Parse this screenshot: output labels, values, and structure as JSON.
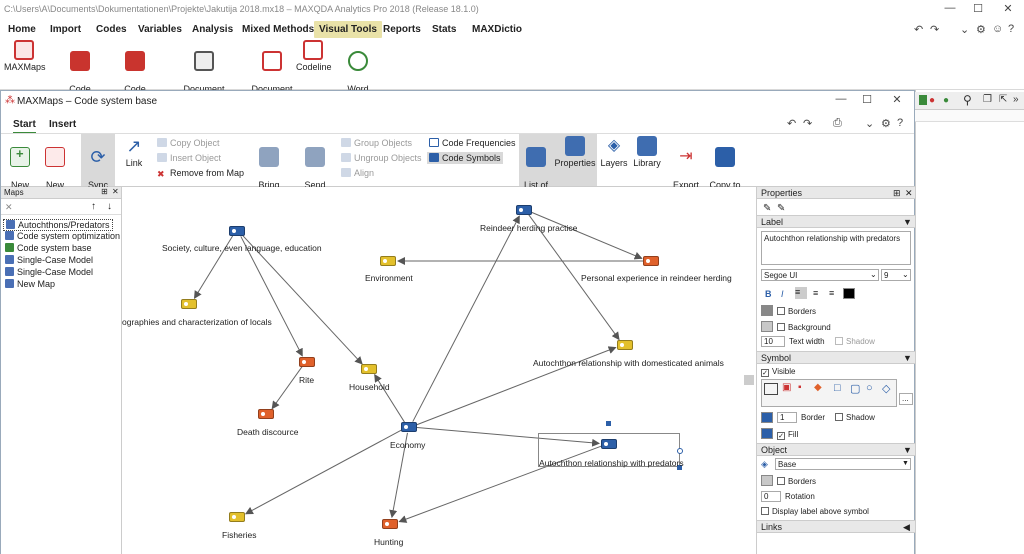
{
  "main": {
    "title": "C:\\Users\\A\\Documents\\Dokumentationen\\Projekte\\Jakutija 2018.mx18 – MAXQDA Analytics Pro 2018 (Release 18.1.0)",
    "menu": [
      "Home",
      "Import",
      "Codes",
      "Variables",
      "Analysis",
      "Mixed Methods",
      "Visual Tools",
      "Reports",
      "Stats",
      "MAXDictio"
    ],
    "ribbon": [
      {
        "label": "MAXMaps"
      },
      {
        "label": "Code Matrix\nBrowser"
      },
      {
        "label": "Code Relations\nBrowser"
      },
      {
        "label": "Document\nComparison Chart"
      },
      {
        "label": "Document\nPortrait"
      },
      {
        "label": "Codeline"
      },
      {
        "label": "Word\nCloud"
      }
    ]
  },
  "maxmaps": {
    "title": "MAXMaps – Code system base",
    "tabs": [
      "Start",
      "Insert"
    ],
    "ribbon": {
      "new_map": "New\nMap",
      "new_model": "New\nModel",
      "sync_mode": "Sync\nMode",
      "link": "Link",
      "copy_object": "Copy Object",
      "insert_object": "Insert Object",
      "remove_from_map": "Remove from Map",
      "bring_forward": "Bring\nForward",
      "send_backward": "Send\nBackward",
      "group_objects": "Group Objects",
      "ungroup_objects": "Ungroup Objects",
      "align": "Align",
      "code_frequencies": "Code Frequencies",
      "code_symbols": "Code Symbols",
      "list_of_maps": "List of\nMaps",
      "properties": "Properties",
      "layers": "Layers",
      "library": "Library",
      "export_map": "Export\nMap",
      "copy_to_clipboard": "Copy to\nclipboard"
    },
    "maps_panel": {
      "title": "Maps",
      "items": [
        "Autochthons/Predators",
        "Code system optimization",
        "Code system base",
        "Single-Case Model",
        "Single-Case Model",
        "New Map"
      ],
      "selected": 0
    },
    "nodes": [
      {
        "id": "society",
        "label": "Society, culture, even language, education",
        "color": "#2c5fa8"
      },
      {
        "id": "geographies",
        "label": "ographies and characterization of locals",
        "color": "#e3c02c"
      },
      {
        "id": "rite",
        "label": "Rite",
        "color": "#e0612b"
      },
      {
        "id": "household",
        "label": "Household",
        "color": "#e3c02c"
      },
      {
        "id": "death",
        "label": "Death discource",
        "color": "#e0612b"
      },
      {
        "id": "economy",
        "label": "Economy",
        "color": "#2c5fa8"
      },
      {
        "id": "fisheries",
        "label": "Fisheries",
        "color": "#e3c02c"
      },
      {
        "id": "hunting",
        "label": "Hunting",
        "color": "#e0612b"
      },
      {
        "id": "reindeer",
        "label": "Reindeer herding practice",
        "color": "#2c5fa8"
      },
      {
        "id": "environment",
        "label": "Environment",
        "color": "#e3c02c"
      },
      {
        "id": "personal",
        "label": "Personal experience in reindeer herding",
        "color": "#e0612b"
      },
      {
        "id": "domesticated",
        "label": "Autochthon relationship with domesticated animals",
        "color": "#e3c02c"
      },
      {
        "id": "predators",
        "label": "Autochthon relationship with predators",
        "color": "#2c5fa8"
      }
    ],
    "properties": {
      "title": "Properties",
      "label_section": "Label",
      "label_text": "Autochthon relationship with predators",
      "font": "Segoe UI",
      "font_size": "9",
      "borders": "Borders",
      "background": "Background",
      "text_width_value": "10",
      "text_width": "Text width",
      "shadow": "Shadow",
      "symbol_section": "Symbol",
      "visible": "Visible",
      "border_value": "1",
      "border": "Border",
      "fill": "Fill",
      "object_section": "Object",
      "object_type": "Base",
      "rotation_value": "0",
      "rotation": "Rotation",
      "display_label_above": "Display label above symbol",
      "links_section": "Links"
    }
  }
}
